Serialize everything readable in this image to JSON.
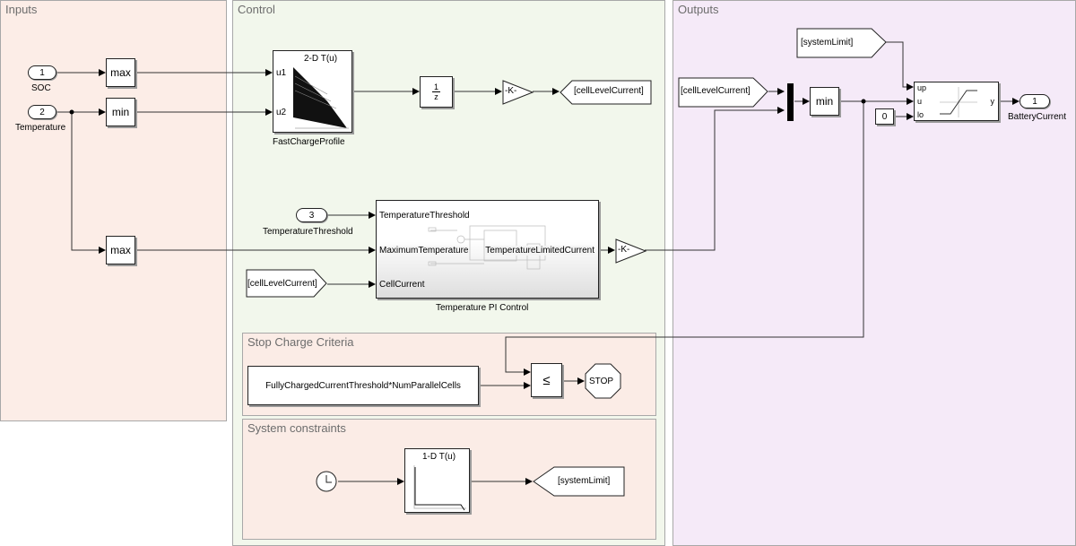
{
  "areas": {
    "inputs": "Inputs",
    "control": "Control",
    "outputs": "Outputs",
    "stop_charge": "Stop Charge Criteria",
    "system_constraints": "System constraints"
  },
  "inputs": {
    "soc_port": {
      "number": "1",
      "label": "SOC"
    },
    "temperature_port": {
      "number": "2",
      "label": "Temperature"
    },
    "max_soc": "max",
    "min_temp": "min",
    "max_temp": "max"
  },
  "control": {
    "lookup2d": {
      "title": "2-D T(u)",
      "port1": "u1",
      "port2": "u2",
      "label": "FastChargeProfile"
    },
    "unit_delay": {
      "num": "1",
      "den": "z"
    },
    "gain1": "-K-",
    "goto_cell": "[cellLevelCurrent]",
    "threshold_port": {
      "number": "3",
      "label": "TemperatureThreshold"
    },
    "from_cell": "[cellLevelCurrent]",
    "pi_control": {
      "label": "Temperature PI Control",
      "in1": "TemperatureThreshold",
      "in2": "MaximumTemperature",
      "in3": "CellCurrent",
      "out1": "TemperatureLimitedCurrent"
    },
    "gain2": "-K-",
    "stop": {
      "constant": "FullyChargedCurrentThreshold*NumParallelCells",
      "relational": "≤",
      "stop_label": "STOP"
    },
    "system": {
      "clock_icon": "clock-icon",
      "lookup1d": "1-D T(u)",
      "goto_limit": "[systemLimit]"
    }
  },
  "outputs": {
    "from_limit": "[systemLimit]",
    "from_cell": "[cellLevelCurrent]",
    "min": "min",
    "zero": "0",
    "saturation": {
      "up": "up",
      "u": "u",
      "lo": "lo",
      "y": "y"
    },
    "out_port": {
      "number": "1",
      "label": "BatteryCurrent"
    }
  }
}
